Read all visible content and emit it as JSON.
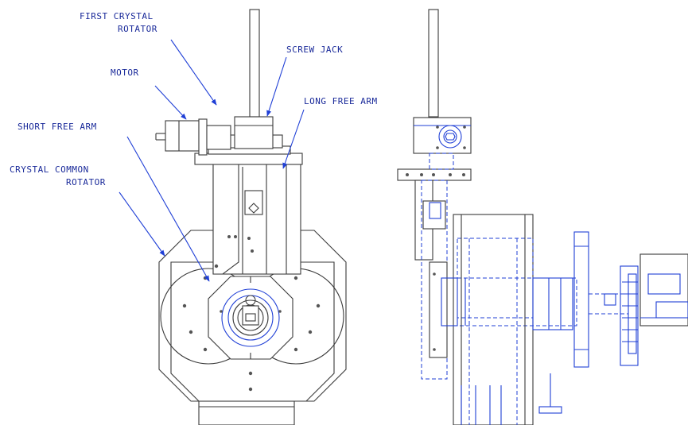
{
  "labels": {
    "first_crystal_rotator_1": "FIRST CRYSTAL",
    "first_crystal_rotator_2": "ROTATOR",
    "screw_jack": "SCREW JACK",
    "motor": "MOTOR",
    "long_free_arm": "LONG FREE ARM",
    "short_free_arm": "SHORT FREE ARM",
    "crystal_common_rotator_1": "CRYSTAL COMMON",
    "crystal_common_rotator_2": "ROTATOR"
  },
  "colors": {
    "line": "#3a3a3a",
    "hidden_line": "#1f3fd6",
    "label": "#1a2a9a"
  }
}
